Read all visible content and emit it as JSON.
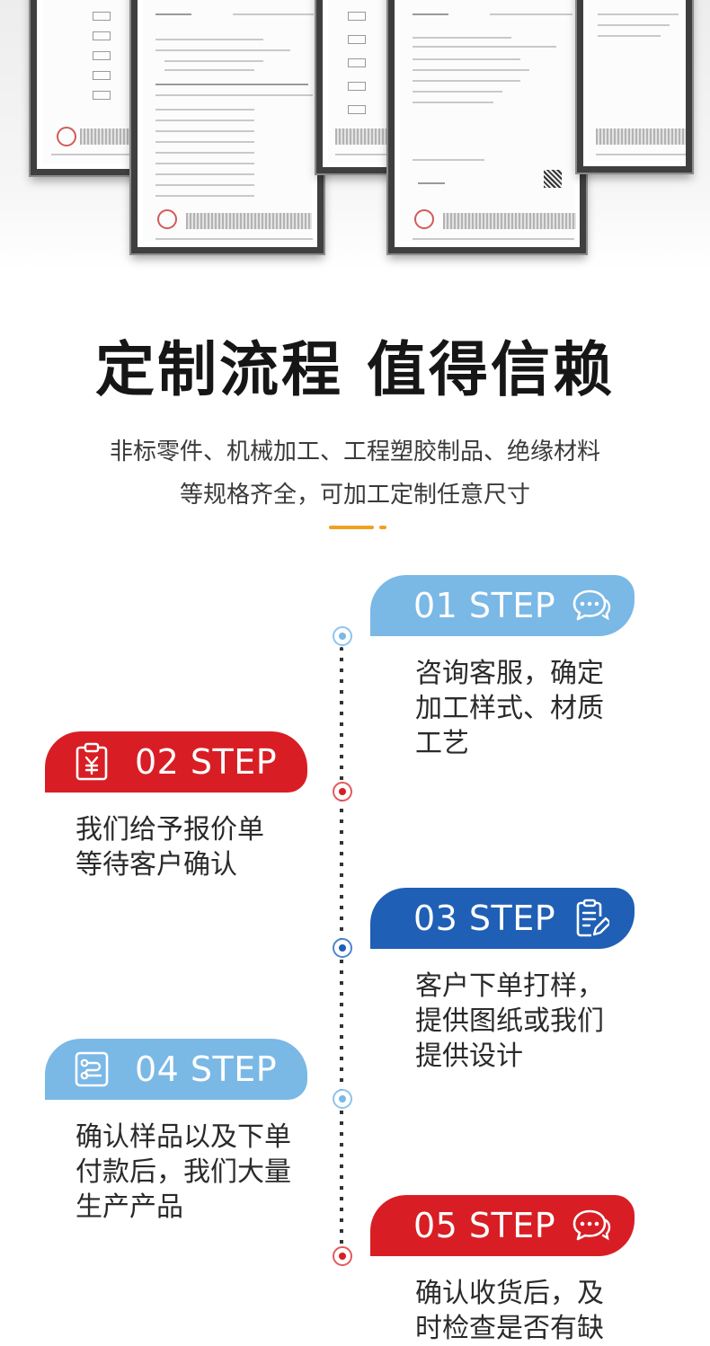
{
  "headline": "定制流程  值得信赖",
  "subtitle_line1": "非标零件、机械加工、工程塑胶制品、绝缘材料",
  "subtitle_line2": "等规格齐全，可加工定制任意尺寸",
  "colors": {
    "light_blue": "#7ab8e6",
    "red": "#d81e24",
    "dark_blue": "#1f5fb5",
    "accent_orange": "#f0a020"
  },
  "steps": [
    {
      "label": "01 STEP",
      "icon": "chat-bubble-icon",
      "text": "咨询客服，确定\n加工样式、材质\n工艺"
    },
    {
      "label": "02 STEP",
      "icon": "quote-clipboard-icon",
      "text": "我们给予报价单\n等待客户确认"
    },
    {
      "label": "03 STEP",
      "icon": "order-document-icon",
      "text": "客户下单打样，\n提供图纸或我们\n提供设计"
    },
    {
      "label": "04 STEP",
      "icon": "production-flow-icon",
      "text": "确认样品以及下单\n付款后，我们大量\n生产产品"
    },
    {
      "label": "05 STEP",
      "icon": "chat-bubble-icon",
      "text": "确认收货后，及\n时检查是否有缺"
    }
  ]
}
